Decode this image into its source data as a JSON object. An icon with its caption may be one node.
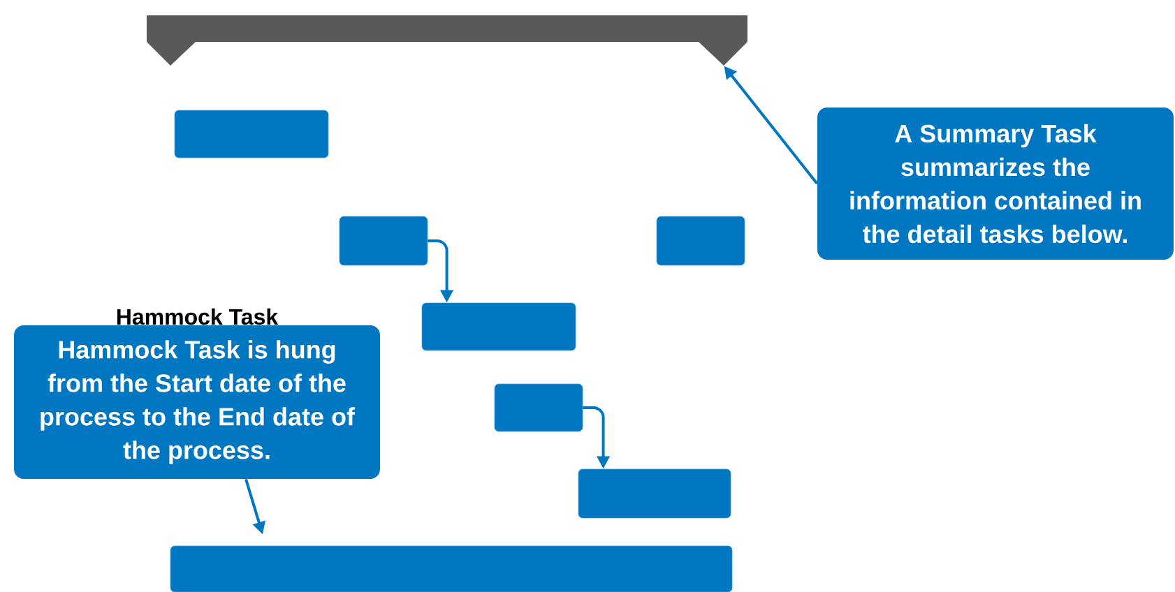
{
  "diagram": {
    "nodes": [
      {
        "text": [],
        "shape": "bar"
      },
      {
        "text": [],
        "shape": "bar"
      },
      {
        "text": [],
        "shape": "bar"
      },
      {
        "text": [],
        "shape": "bar"
      },
      {
        "text": [],
        "shape": "bar"
      },
      {
        "text": [],
        "shape": "bar"
      },
      {
        "text": [],
        "shape": "bar"
      },
      {
        "text": [],
        "shape": "bar"
      },
      {
        "text": [
          "A Summary Task summarizes the information contained in the detail tasks below."
        ]
      },
      {
        "text": [
          "Hammock Task",
          "Hammock Task is hung from the Start date of the process to the End date of the process."
        ]
      }
    ],
    "edges": [
      {
        "from": 2,
        "to": 4,
        "arrow": "to"
      },
      {
        "from": 5,
        "to": 6,
        "arrow": "to"
      },
      {
        "from": 8,
        "to": 0,
        "arrow": "to"
      },
      {
        "from": 9,
        "to": 7,
        "arrow": "to"
      }
    ]
  }
}
